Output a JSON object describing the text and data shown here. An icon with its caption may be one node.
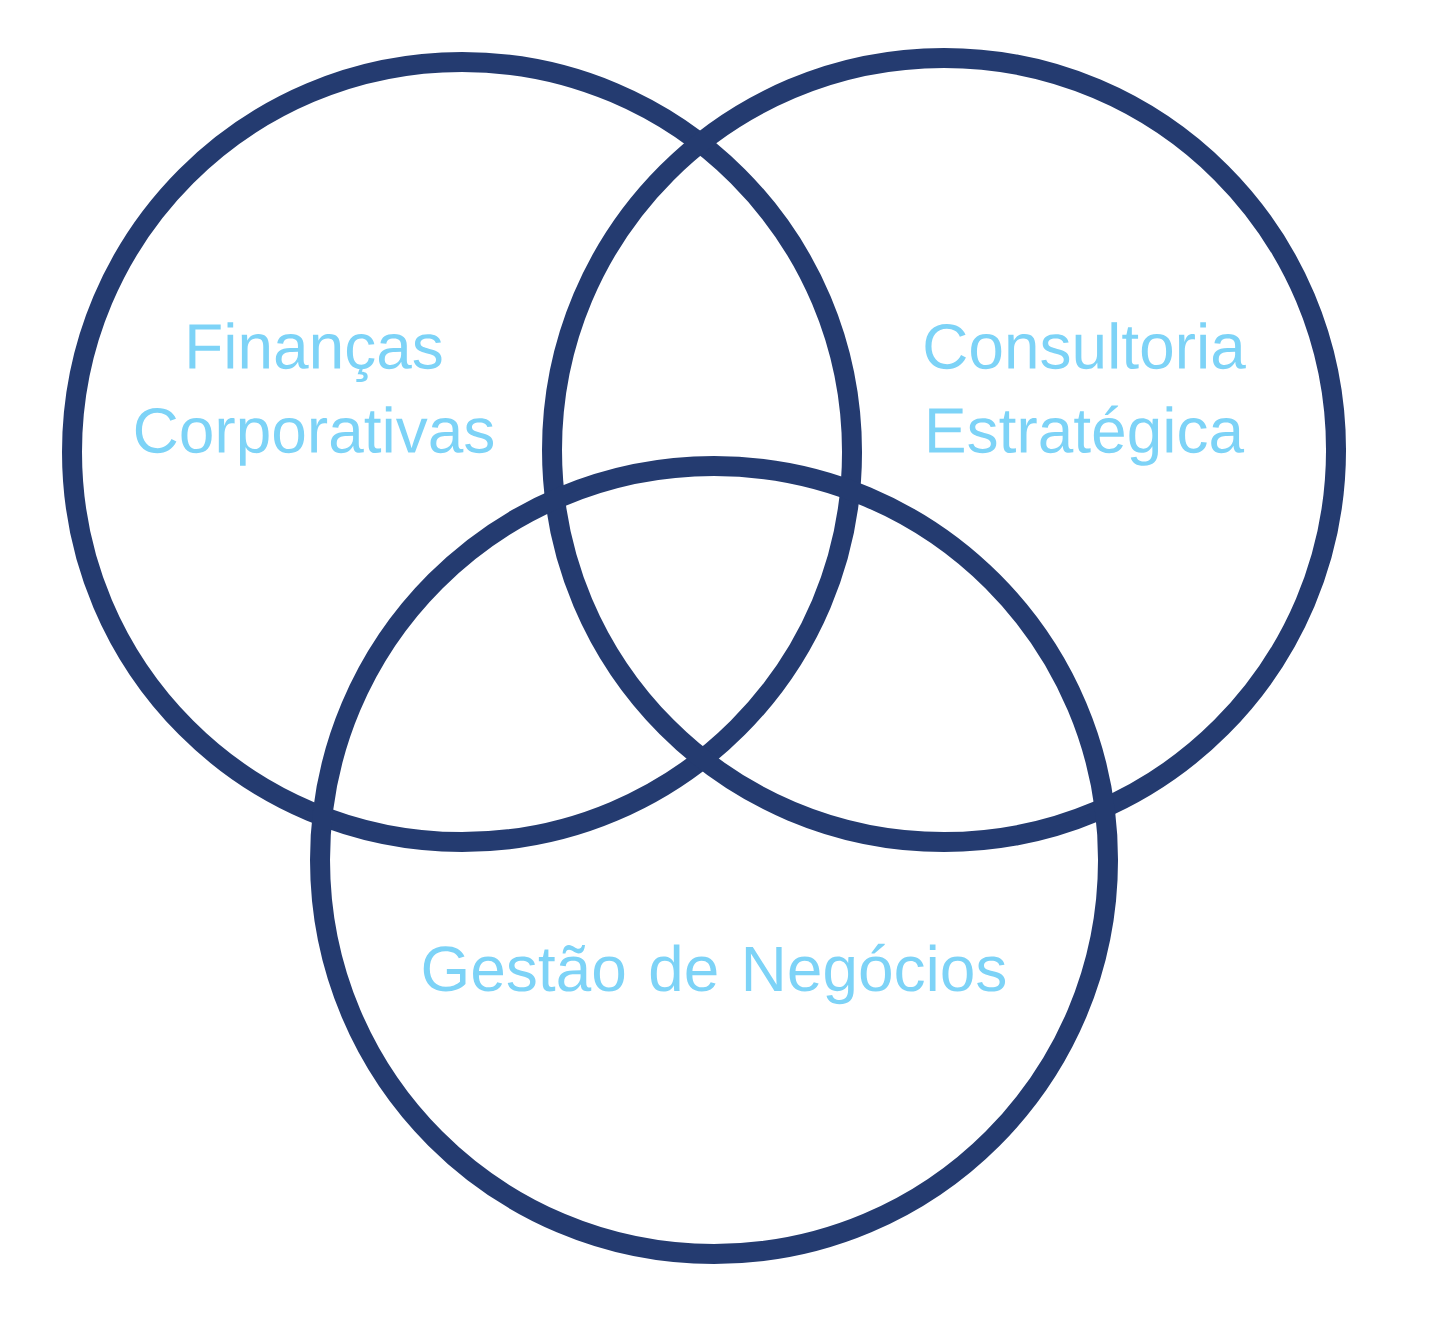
{
  "diagram": {
    "nodes": [
      {
        "text": [
          "Finanças Corporativas"
        ]
      },
      {
        "text": [
          "Consultoria Estratégica"
        ]
      },
      {
        "text": [
          "Gestão de Negócios"
        ]
      }
    ]
  }
}
